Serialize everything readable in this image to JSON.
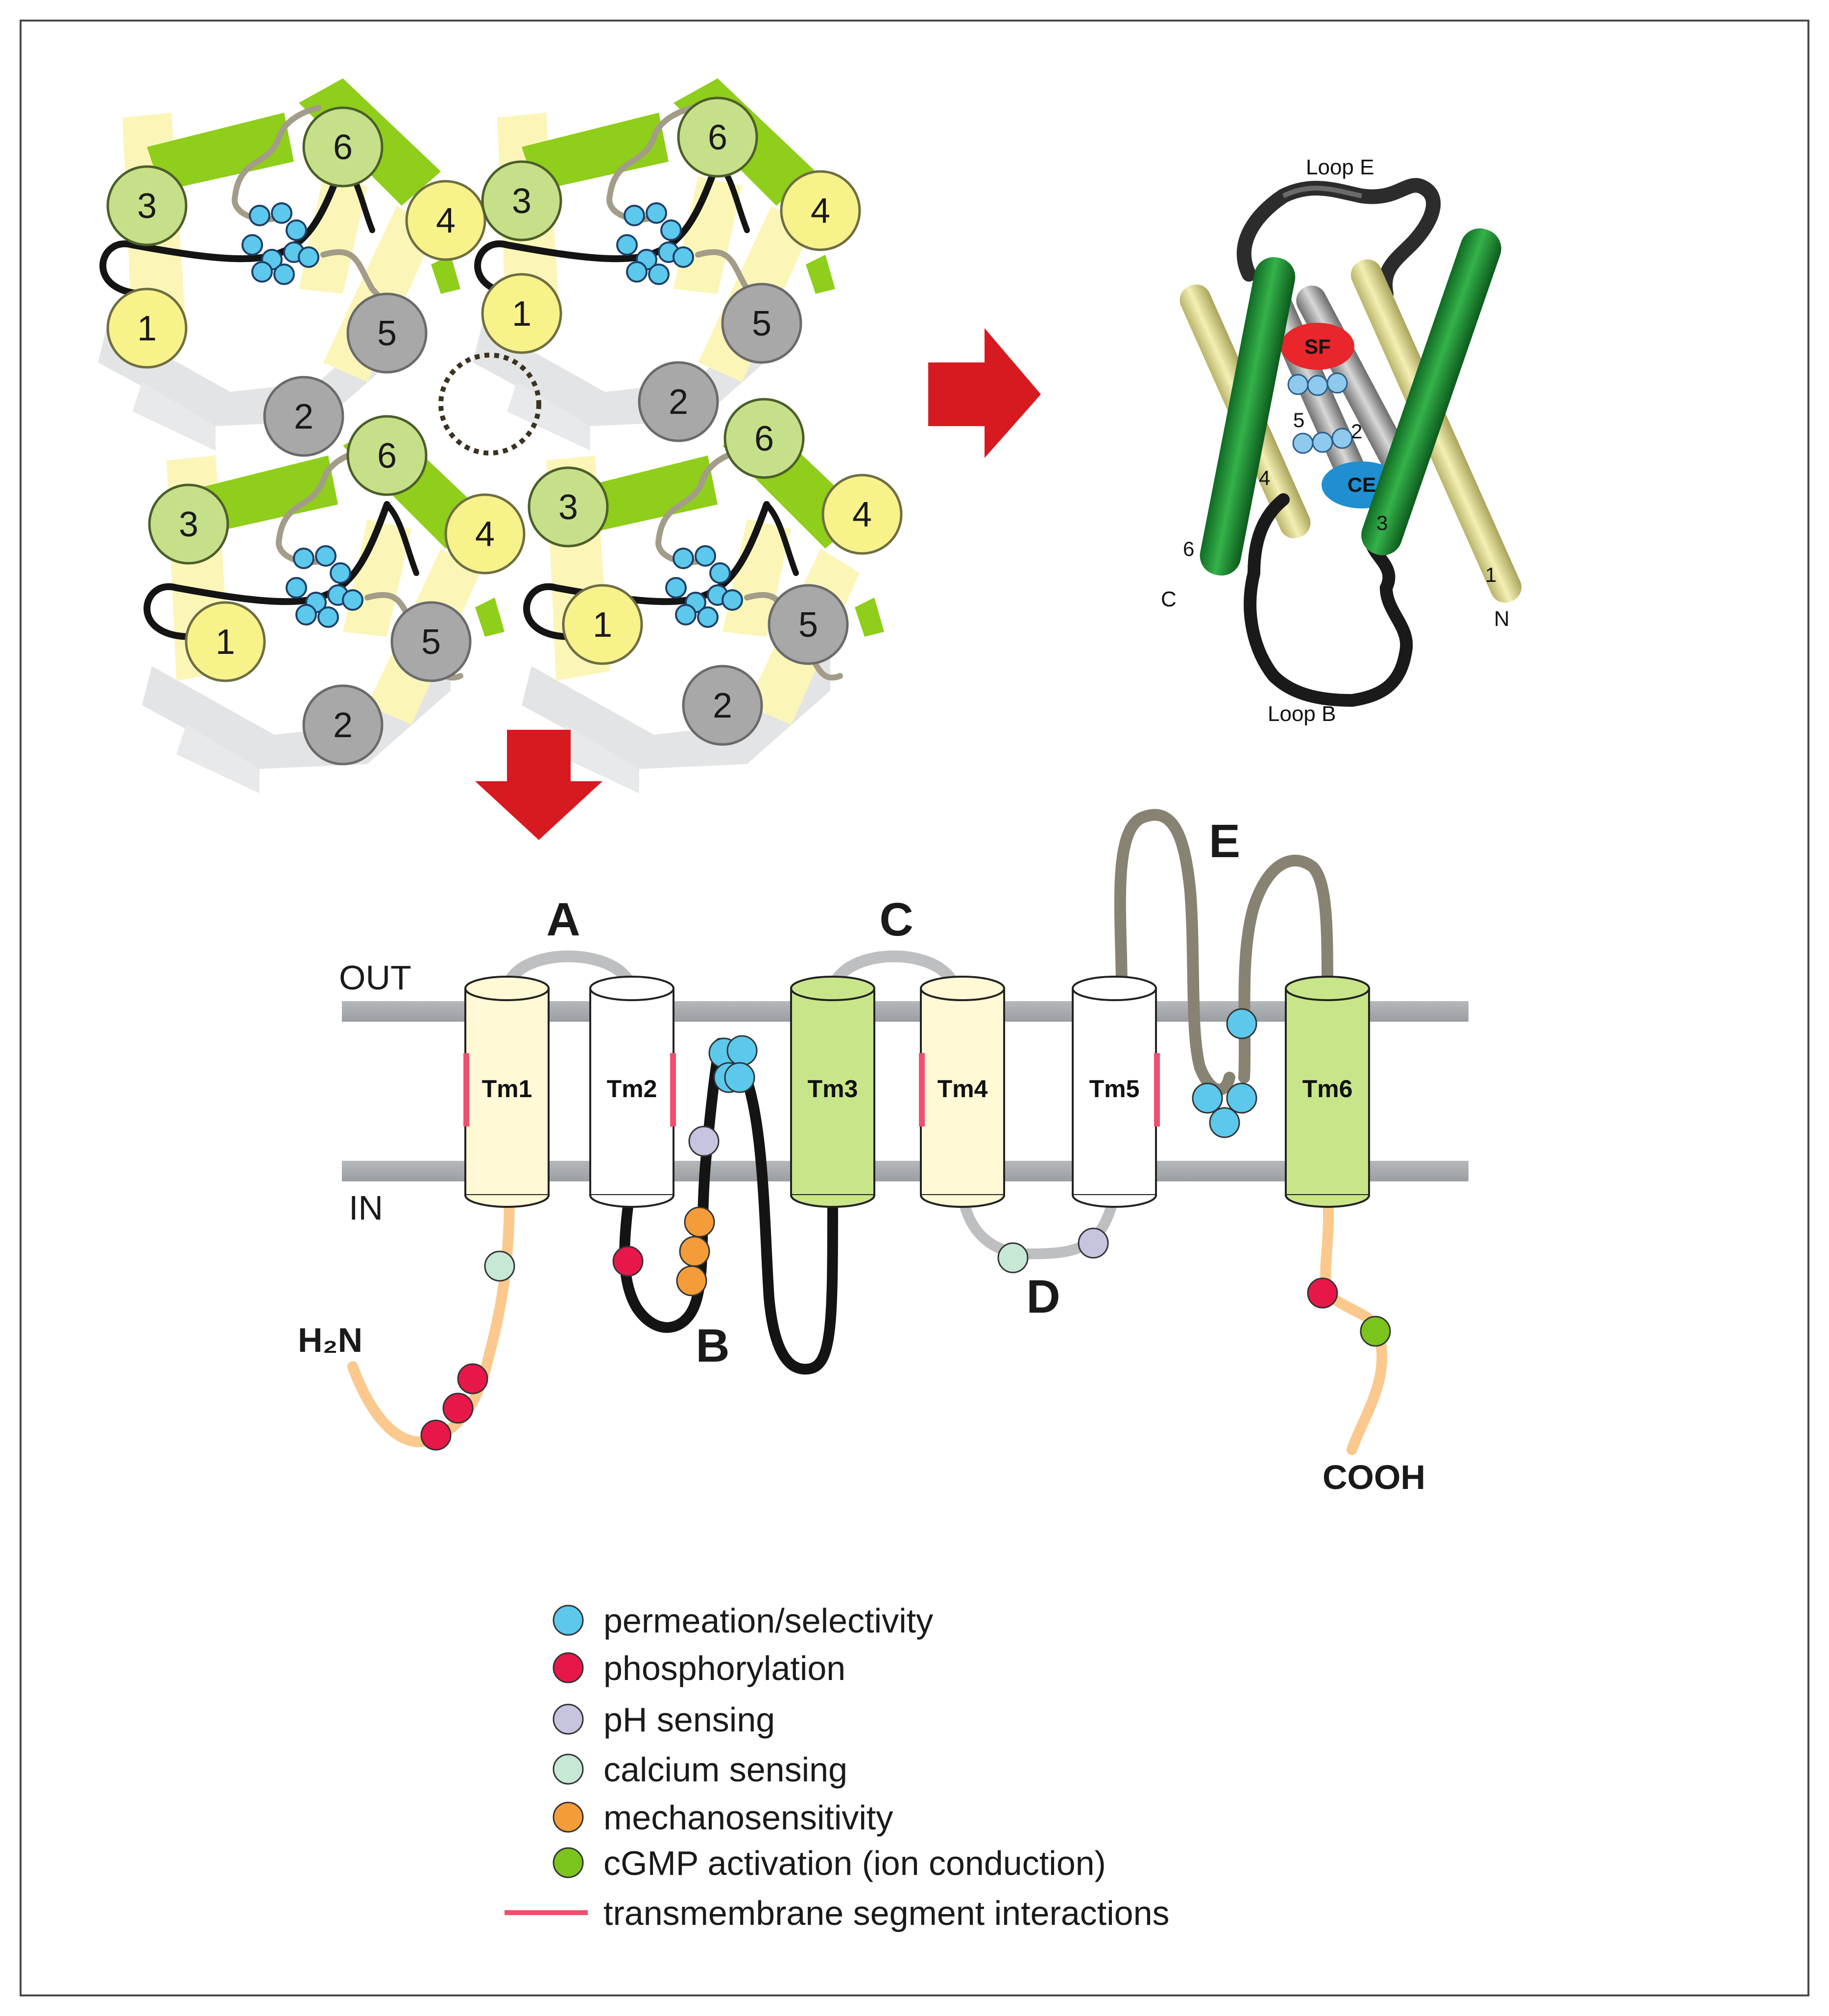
{
  "top_view": {
    "units": [
      {
        "h1": "1",
        "h2": "2",
        "h3": "3",
        "h4": "4",
        "h5": "5",
        "h6": "6"
      },
      {
        "h1": "1",
        "h2": "2",
        "h3": "3",
        "h4": "4",
        "h5": "5",
        "h6": "6"
      },
      {
        "h1": "1",
        "h2": "2",
        "h3": "3",
        "h4": "4",
        "h5": "5",
        "h6": "6"
      },
      {
        "h1": "1",
        "h2": "2",
        "h3": "3",
        "h4": "4",
        "h5": "5",
        "h6": "6"
      }
    ]
  },
  "structure_3d": {
    "loop_e": "Loop E",
    "loop_b": "Loop B",
    "sf": "SF",
    "ce": "CE",
    "c_term": "C",
    "n_term": "N",
    "helix_labels": [
      "1",
      "2",
      "3",
      "4",
      "5",
      "6"
    ]
  },
  "topology": {
    "side_out": "OUT",
    "side_in": "IN",
    "segments": [
      "Tm1",
      "Tm2",
      "Tm3",
      "Tm4",
      "Tm5",
      "Tm6"
    ],
    "loops": [
      "A",
      "B",
      "C",
      "D",
      "E"
    ],
    "n_terminus": "H₂N",
    "c_terminus": "COOH"
  },
  "legend": [
    {
      "label": "permeation/selectivity",
      "color": "#5bc8ec"
    },
    {
      "label": "phosphorylation",
      "color": "#e8174a"
    },
    {
      "label": "pH sensing",
      "color": "#c7c4e0"
    },
    {
      "label": "calcium sensing",
      "color": "#c6e8d5"
    },
    {
      "label": "mechanosensitivity",
      "color": "#f59c3a"
    },
    {
      "label": "cGMP activation (ion conduction)",
      "color": "#7bc41c"
    },
    {
      "label": "transmembrane segment interactions",
      "color": "#f0506e"
    }
  ],
  "colors": {
    "yellow_helix": "#f7f28a",
    "pale_yellow": "#fbf6b8",
    "green_helix": "#8fce1a",
    "light_green": "#c6e08a",
    "grey_helix": "#a8a8a8",
    "arrow": "#d71920",
    "membrane": "#a7aaad"
  }
}
